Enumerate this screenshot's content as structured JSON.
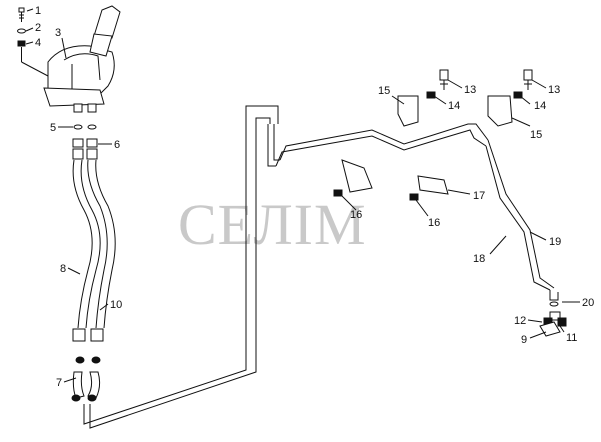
{
  "watermark": "СЕЛІМ",
  "callouts": {
    "c1": "1",
    "c2": "2",
    "c3": "3",
    "c4": "4",
    "c5": "5",
    "c6": "6",
    "c7": "7",
    "c8": "8",
    "c9": "9",
    "c10": "10",
    "c11": "11",
    "c12": "12",
    "c13a": "13",
    "c13b": "13",
    "c14a": "14",
    "c14b": "14",
    "c15a": "15",
    "c15b": "15",
    "c16a": "16",
    "c16b": "16",
    "c17": "17",
    "c18": "18",
    "c19": "19",
    "c20": "20"
  }
}
